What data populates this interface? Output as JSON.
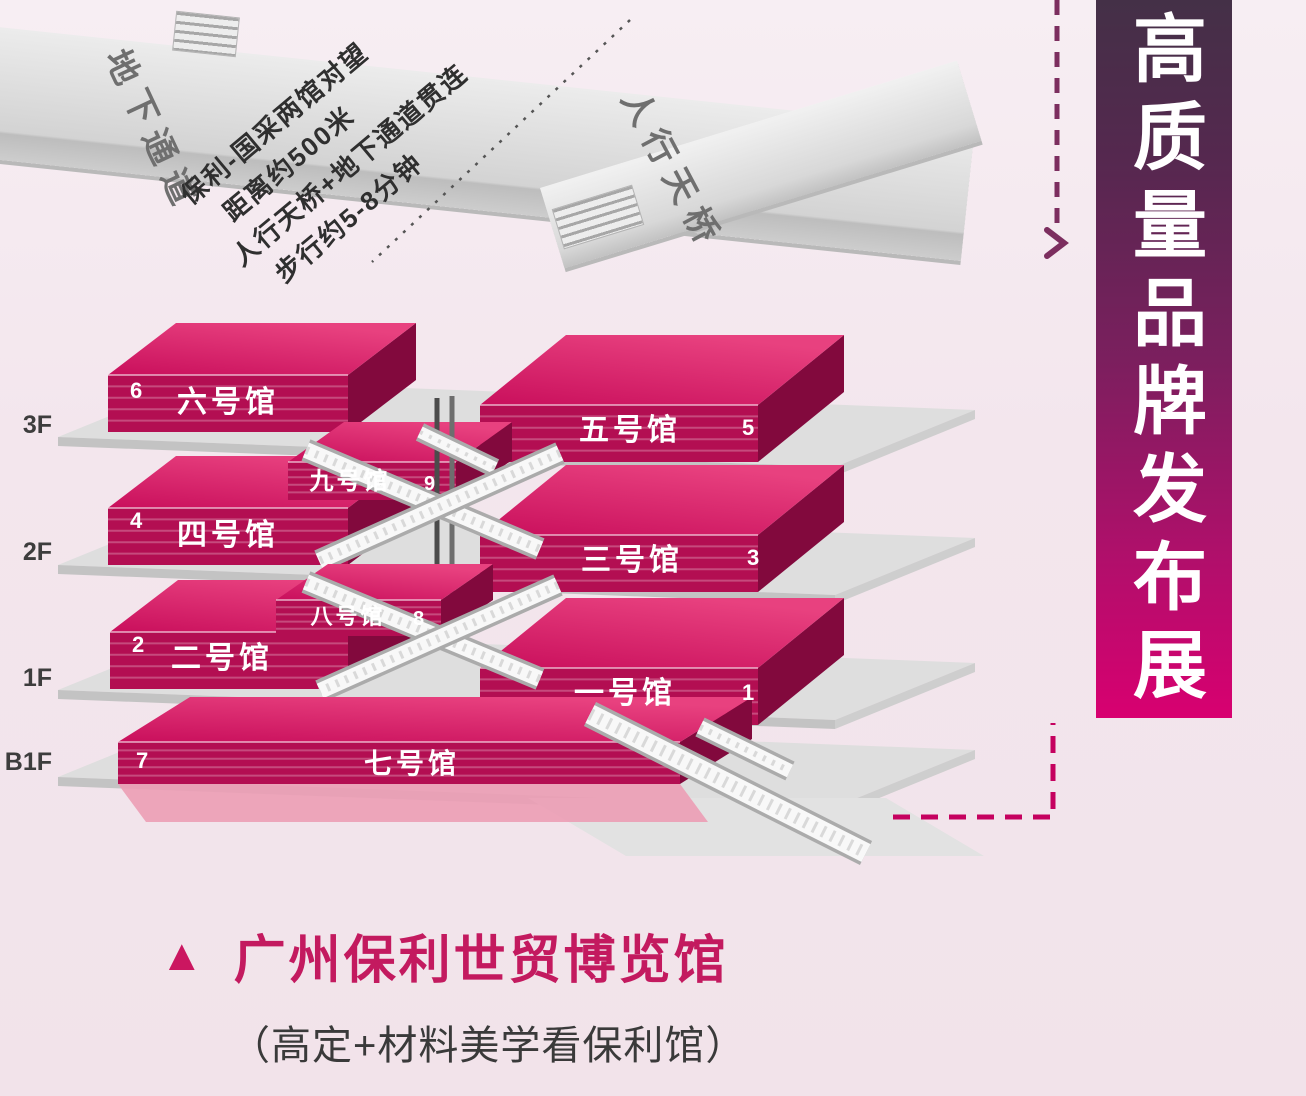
{
  "title_banner": {
    "text": "高质量品牌发布展",
    "top_color": "#443047",
    "bottom_color": "#d80070"
  },
  "top_area": {
    "underground_label": "地下通道",
    "footbridge_label": "人行天桥",
    "notes": [
      "保利-国采两馆对望",
      "距离约500米",
      "人行天桥+地下通道贯连",
      "步行约5-8分钟"
    ]
  },
  "floors": [
    {
      "label": "3F"
    },
    {
      "label": "2F"
    },
    {
      "label": "1F"
    },
    {
      "label": "B1F"
    }
  ],
  "halls": [
    {
      "name": "六号馆",
      "num": "6",
      "floor": "3F"
    },
    {
      "name": "五号馆",
      "num": "5",
      "floor": "3F"
    },
    {
      "name": "九号馆",
      "num": "9",
      "floor": "between 3F/2F"
    },
    {
      "name": "四号馆",
      "num": "4",
      "floor": "2F"
    },
    {
      "name": "三号馆",
      "num": "3",
      "floor": "2F"
    },
    {
      "name": "八号馆",
      "num": "8",
      "floor": "between 2F/1F"
    },
    {
      "name": "二号馆",
      "num": "2",
      "floor": "1F"
    },
    {
      "name": "一号馆",
      "num": "1",
      "floor": "1F"
    },
    {
      "name": "七号馆",
      "num": "7",
      "floor": "B1F"
    }
  ],
  "caption": {
    "marker": "▲",
    "title": "广州保利世贸博览馆",
    "subtitle": "（高定+材料美学看保利馆）"
  },
  "colors": {
    "background": "#f3e6ed",
    "hall_front": "#b30e52",
    "hall_side": "#82093d",
    "hall_top": "#d61467",
    "accent": "#c4005f",
    "slab_grey": "#dedede"
  }
}
